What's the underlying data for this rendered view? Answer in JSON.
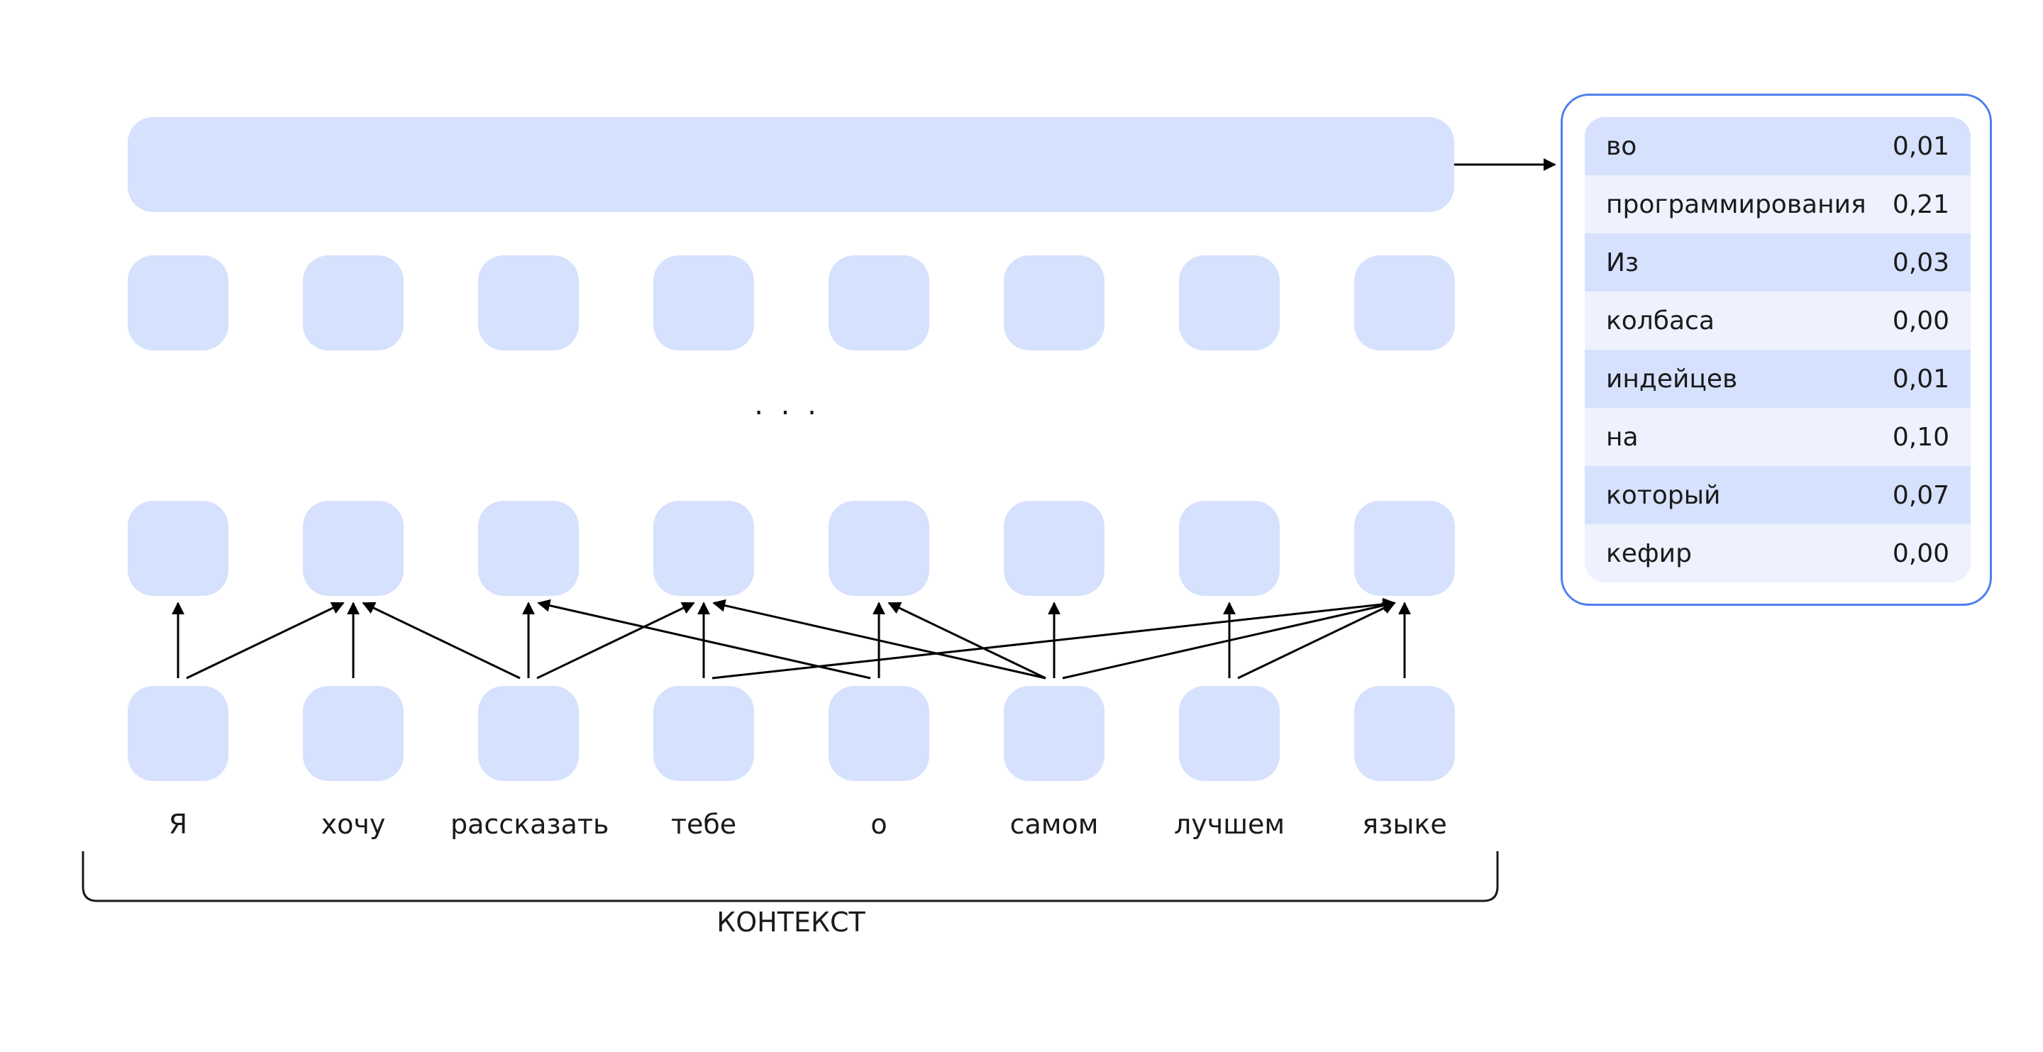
{
  "context": {
    "words": [
      "Я",
      "хочу",
      "рассказать",
      "тебе",
      "о",
      "самом",
      "лучшем",
      "языке"
    ],
    "label": "КОНТЕКСТ"
  },
  "layers": {
    "ellipsis": ". . ."
  },
  "predictions": {
    "rows": [
      {
        "word": "во",
        "prob": "0,01"
      },
      {
        "word": "программирования",
        "prob": "0,21"
      },
      {
        "word": "Из",
        "prob": "0,03"
      },
      {
        "word": "колбаса",
        "prob": "0,00"
      },
      {
        "word": "индейцев",
        "prob": "0,01"
      },
      {
        "word": "на",
        "prob": "0,10"
      },
      {
        "word": "который",
        "prob": "0,07"
      },
      {
        "word": "кефир",
        "prob": "0,00"
      }
    ]
  },
  "attention_edges": [
    [
      0,
      0
    ],
    [
      0,
      1
    ],
    [
      1,
      1
    ],
    [
      2,
      1
    ],
    [
      2,
      2
    ],
    [
      2,
      3
    ],
    [
      3,
      3
    ],
    [
      3,
      7
    ],
    [
      4,
      2
    ],
    [
      4,
      4
    ],
    [
      5,
      3
    ],
    [
      5,
      4
    ],
    [
      5,
      5
    ],
    [
      5,
      7
    ],
    [
      6,
      6
    ],
    [
      6,
      7
    ],
    [
      7,
      7
    ]
  ],
  "colors": {
    "block": "#d6e1fd",
    "row_dark": "#d6e1fd",
    "row_light": "#edf2fe",
    "panel_border": "#4d7ff0",
    "arrow": "#000000"
  }
}
